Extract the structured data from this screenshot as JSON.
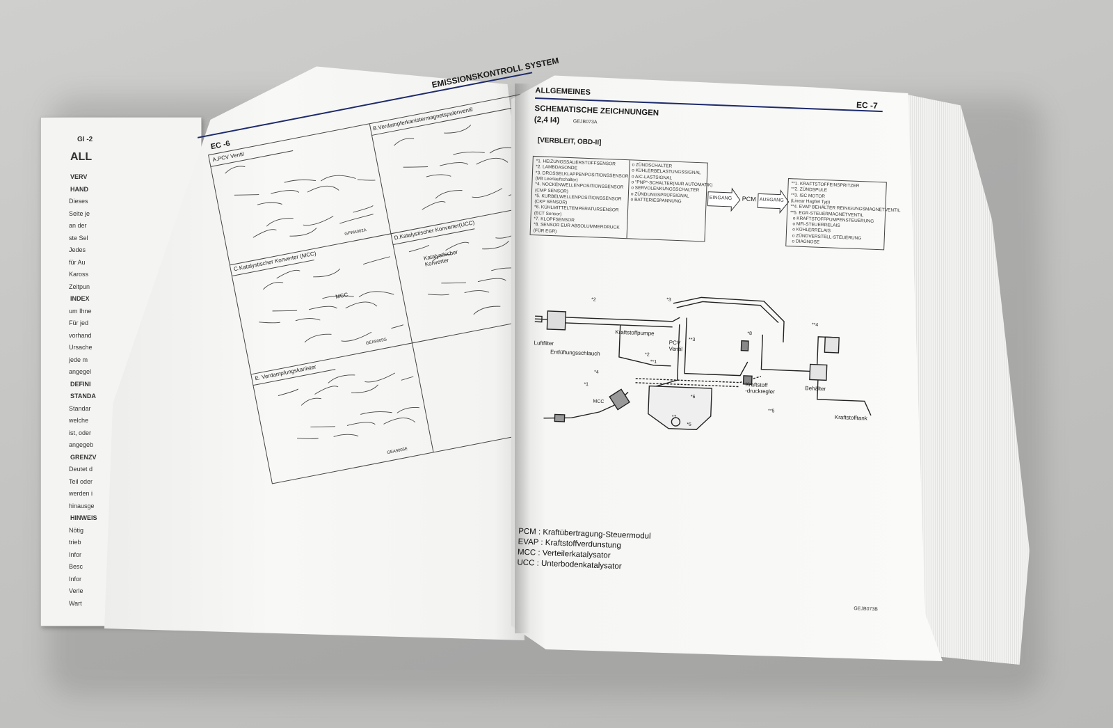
{
  "booklet": {
    "page_no": "GI -2",
    "title_fragment": "ALL",
    "lines": [
      "VERV",
      "HAND",
      "Dieses",
      "Seite je",
      "an der",
      "ste Sel",
      "Jedes",
      "für Au",
      "Kaross",
      "Zeitpun",
      "INDEX",
      "um Ihne",
      "Für jed",
      "vorhand",
      "Ursache",
      "jede m",
      "angegel",
      "DEFINI",
      "STANDA",
      "Standar",
      "welche",
      "ist, oder",
      "angegeb",
      "GRENZV",
      "Deutet d",
      "Teil oder",
      "werden i",
      "hinausge",
      "HINWEIS",
      "Nötig",
      "trieb",
      "Infor",
      "Besc",
      "Infor",
      "Verle",
      "Wart"
    ]
  },
  "left_page": {
    "running_header": "EMISSIONSKONTROLL SYSTEM",
    "page_no": "EC -6",
    "panels": [
      {
        "label": "A.PCV Ventil",
        "code": "GFWA002A"
      },
      {
        "label": "B.Verdampferkanistermagnetspulenventil",
        "code": ""
      },
      {
        "label": "C.Katalystischer Konverter (MCC)",
        "code": "GEA9005G",
        "callout": "MCC"
      },
      {
        "label": "D.Katalystischer Konverter(UCC)",
        "code": "",
        "callout": "Katalystischer\nKonverter"
      },
      {
        "label": "E. Verdampfungskanister",
        "code": "GEA9005E"
      },
      {
        "label": "",
        "code": ""
      }
    ]
  },
  "right_page": {
    "section": "ALLGEMEINES",
    "page_no": "EC -7",
    "title": "SCHEMATISCHE ZEICHNUNGEN",
    "subtitle": "(2,4 I4)",
    "subtitle_code": "GEJB073A",
    "variant": "[VERBLEIT, OBD-II]",
    "inputs_col1": [
      "*1. HEIZUNGSSAUERSTOFFSENSOR",
      "*2. LAMBDASONDE",
      "*3. DROSSELKLAPPENPOSITIONSSENSOR",
      "(Mit Leerlaufschalter)",
      "*4. NOCKENWELLENPOSITIONSSENSOR",
      "(CMP SENSOR)",
      "*5. KURBELWELLENPOSITIONSSENSOR",
      "(CKP SENSOR)",
      "*6. KÜHLMITTELTEMPERATURSENSOR",
      "(ECT Sensor)",
      "*7. KLOPFSENSOR",
      "*8. SENSOR EUR ABSOLUMMERDRUCK",
      "(FÜR EGR)"
    ],
    "inputs_col2": [
      "o ZÜNDSCHALTER",
      "o KÜHLERBELASTUNGSSIGNAL",
      "o A/C-LASTSIGNAL",
      "o \"PNP\"-SCHALTER(NUR AUTOMATIK)",
      "o SERVOLENKUNGSSCHALTER",
      "o ZÜNDUNGSPRÜFSIGNAL",
      "o BATTERIESPANNUNG"
    ],
    "eingang": "EINGANG",
    "pcm": "PCM",
    "ausgang": "AUSGANG",
    "outputs": [
      "**1. KRAFTSTOFFEINSPRITZER",
      "**2. ZÜNDSPULE",
      "**3. ISC MOTOR",
      "(Linear Hagfiel Typ)",
      "**4. EVAP BEHÄLTER REINIGUNGSMAGNETVENTIL",
      "**5. EGR-STEUERMAGNETVENTIL",
      "o KRAFTSTOFFPUMPENSTEUERUNG",
      "o MFI-STEUERRELAIS",
      "o KÜHLERRELAIS",
      "o ZÜNDVERSTELL-STEUERUNG",
      "o DIAGNOSE"
    ],
    "diagram_labels": {
      "luftfilter": "Luftfilter",
      "entlueftung": "Entlüftungsschlauch",
      "kraftstoffpumpe": "Kraftstoffpumpe",
      "pcv": "PCV\nVentil",
      "behaelter": "Behälter",
      "druckregler": "Kraftstoff\n-druckregler",
      "kraftstofftank": "Kraftstofftank",
      "mcc": "MCC",
      "m1": "*1",
      "m2": "*2",
      "m2b": "*2",
      "m3": "*3",
      "m3b": "**3",
      "m1b": "**1",
      "m4": "*4",
      "m4b": "**4",
      "m5": "*5",
      "m5b": "**5",
      "m6": "*6",
      "m7": "*7",
      "m8": "*8"
    },
    "legend": [
      "PCM : Kraftübertragung-Steuermodul",
      "EVAP : Kraftstoffverdunstung",
      "MCC : Verteilerkatalysator",
      "UCC : Unterbodenkatalysator"
    ],
    "footer_code": "GEJB073B"
  }
}
